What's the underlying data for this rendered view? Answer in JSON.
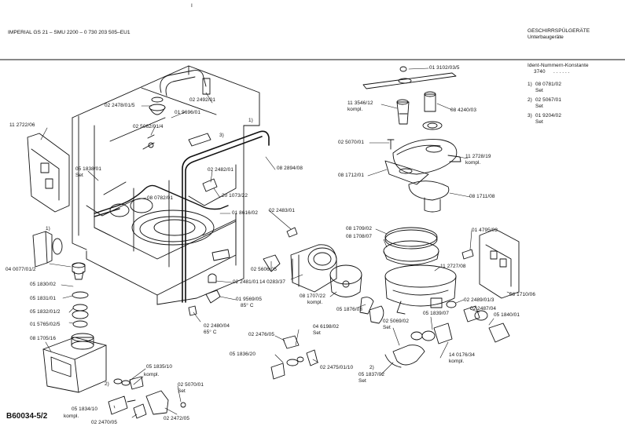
{
  "header": {
    "left": "IMPERIAL GS 21  –  SMU 2200 – 0 730 203 505–EU1",
    "right_line1": "GESCHIRRSPÜLGERÄTE",
    "right_line2": "Unterbaugeräte",
    "top_mark": "I"
  },
  "ident": {
    "title": "Ident-Nummern-Konstante",
    "value": "3740",
    "value_dots": ". . . . . .",
    "items": [
      {
        "num": "1)",
        "code": "08 0781/02",
        "note": "Set"
      },
      {
        "num": "2)",
        "code": "02 5067/01",
        "note": "Set"
      },
      {
        "num": "3)",
        "code": "01 9204/02",
        "note": "Set"
      }
    ]
  },
  "footer_code": "B60034-5/2",
  "labels": {
    "l01": "02 2478/01/5",
    "l02": "02 2492/01",
    "l03": "01 9696/01",
    "l04": "02 5062/01/4",
    "l05": "11 2722/06",
    "l06": "05 1838/01",
    "l06b": "Set",
    "l07": "08 0782/01",
    "l08": "02 2482/01",
    "l09": "20 1073/22",
    "l10": "01 8616/02",
    "l11": "08 2894/08",
    "l12": "02 2483/01",
    "l13": "02 5606/05",
    "l14": "14 0283/37",
    "l15": "02 2481/01",
    "l16": "01 9569/05",
    "l16b": "85° C",
    "l17": "02 2480/04",
    "l17b": "65° C",
    "l18": "02 2476/05",
    "l19": "04 6198/02",
    "l19b": "Set",
    "l20": "05 1836/20",
    "l21": "02 2475/01/10",
    "l22": "04 0077/01/2",
    "l23": "05 1830/02",
    "l24": "05 1831/01",
    "l25": "05 1832/01/2",
    "l26": "01 5765/02/5",
    "l27": "08 1705/16",
    "l28": "05 1835/10",
    "l28b": "kompl.",
    "l29": "02 5070/01",
    "l29b": "Set",
    "l30": "05 1834/10",
    "l30b": "kompl.",
    "l31": "02 2470/05",
    "l32": "02 2472/05",
    "l33": "01 3102/03/5",
    "l34": "11 3546/12",
    "l34b": "kompl.",
    "l35": "08 4240/03",
    "l36": "02 5070/01",
    "l37": "11 2728/19",
    "l37b": "kompl.",
    "l38": "08 1712/01",
    "l39": "08 1711/08",
    "l40": "08 1709/02",
    "l41": "08 1708/07",
    "l42": "01 4795/02",
    "l43": "11 2727/08",
    "l44": "08 1710/06",
    "l45": "08 1707/22",
    "l45b": "kompl.",
    "l46": "05 1876/03",
    "l47": "02 2489/01/3",
    "l48": "02 2487/04",
    "l49": "05 1839/07",
    "l50": "05 1840/01",
    "l51": "02 5069/02",
    "l51b": "Set",
    "l52": "14 0176/34",
    "l52b": "kompl.",
    "l53": "05 1837/02",
    "l53b": "Set"
  },
  "markers": {
    "m1": "1)",
    "m2": "2)",
    "m3": "3)",
    "m1b": "1)",
    "m2b": "2)"
  }
}
